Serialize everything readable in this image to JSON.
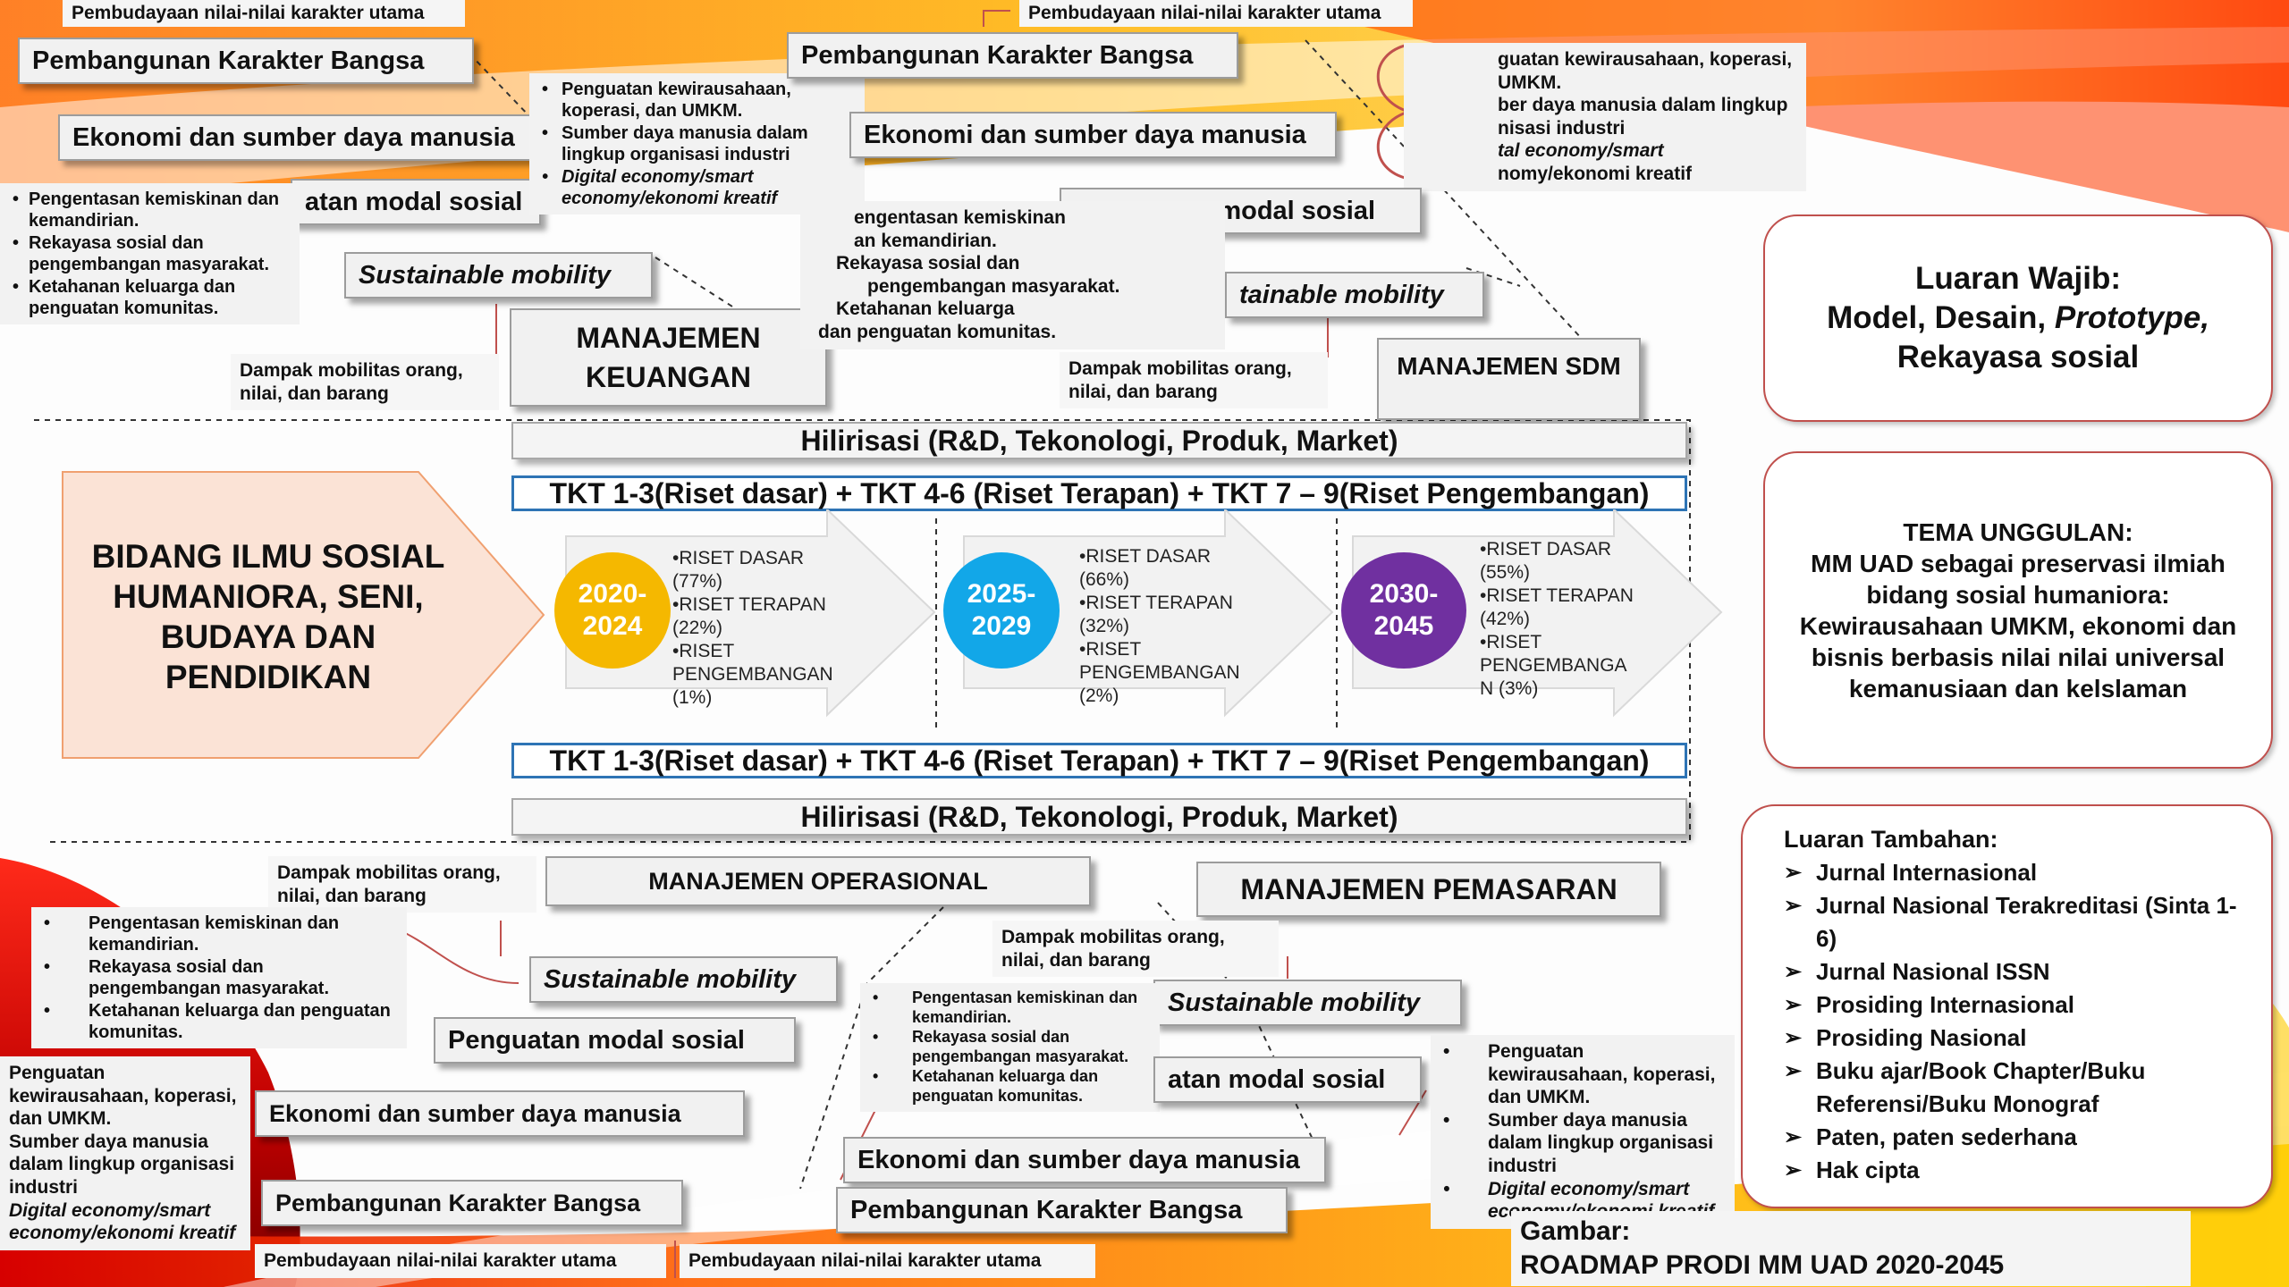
{
  "colors": {
    "accent_red": "#c0504d",
    "tkt_border": "#2e74b5",
    "year_1": "#f5b800",
    "year_2": "#12a7e8",
    "year_3": "#7030a0"
  },
  "labels": {
    "pembudayaan": "Pembudayaan nilai-nilai karakter utama",
    "karakter": "Pembangunan Karakter Bangsa",
    "ekonomi": "Ekonomi dan sumber daya manusia",
    "modal": "Penguatan modal sosial",
    "mobility": "Sustainable mobility",
    "dampak": "Dampak mobilitas orang, nilai, dan barang"
  },
  "clipped": {
    "modal_tl": "atan modal sosial",
    "modal_tr": "modal sosial",
    "mobility_tr": "tainable mobility",
    "modal_br": "atan modal sosial"
  },
  "notes": {
    "pengentasan": [
      "Pengentasan kemiskinan dan  kemandirian.",
      "Rekayasa sosial dan pengembangan masyarakat.",
      "Ketahanan keluarga dan penguatan komunitas."
    ],
    "penguatan": [
      "Penguatan kewirausahaan, koperasi, dan UMKM.",
      "Sumber daya manusia dalam lingkup organisasi industri",
      "Digital economy/smart economy/ekonomi kreatif"
    ],
    "tr_clipped": [
      "guatan kewirausahaan, koperasi,",
      "UMKM.",
      "ber daya manusia dalam lingkup",
      "nisasi industri",
      "tal economy/smart",
      "nomy/ekonomi kreatif"
    ],
    "ml_clipped": [
      "engentasan kemiskinan",
      "an  kemandirian.",
      "Rekayasa sosial dan",
      "pengembangan masyarakat.",
      "Ketahanan keluarga",
      "dan penguatan komunitas."
    ]
  },
  "management": {
    "keuangan": "MANAJEMEN KEUANGAN",
    "sdm": "MANAJEMEN SDM",
    "operasional": "MANAJEMEN OPERASIONAL",
    "pemasaran": "MANAJEMEN PEMASARAN"
  },
  "center": {
    "hilirisasi": "Hilirisasi (R&D, Tekonologi, Produk, Market)",
    "tkt": "TKT 1-3(Riset dasar) + TKT  4-6 (Riset Terapan)   + TKT 7 – 9(Riset Pengembangan)",
    "bidang": "BIDANG ILMU SOSIAL HUMANIORA, SENI, BUDAYA DAN PENDIDIKAN",
    "phases": [
      {
        "years": "2020-2024",
        "items": [
          "•RISET DASAR  (77%)",
          "•RISET TERAPAN (22%)",
          "•RISET PENGEMBANGAN (1%)"
        ]
      },
      {
        "years": "2025-2029",
        "items": [
          "•RISET DASAR  (66%)",
          "•RISET TERAPAN (32%)",
          "•RISET PENGEMBANGAN (2%)"
        ]
      },
      {
        "years": "2030-2045",
        "items": [
          "•RISET DASAR (55%)",
          "•RISET TERAPAN (42%)",
          "•RISET PENGEMBANGA N (3%)"
        ]
      }
    ]
  },
  "right": {
    "luaran_wajib_title": "Luaran Wajib:",
    "luaran_wajib_body_a": "Model, Desain,",
    "luaran_wajib_body_b": "Prototype,",
    "luaran_wajib_body_c": "Rekayasa sosial",
    "tema_title": "TEMA UNGGULAN:",
    "tema_body": "MM UAD sebagai preservasi ilmiah bidang sosial humaniora: Kewirausahaan UMKM, ekonomi dan bisnis berbasis nilai nilai universal kemanusiaan dan kelslaman",
    "tambahan_title": "Luaran Tambahan:",
    "tambahan_items": [
      "Jurnal Internasional",
      "Jurnal Nasional Terakreditasi (Sinta 1-6)",
      "Jurnal Nasional ISSN",
      "Prosiding Internasional",
      "Prosiding Nasional",
      "Buku ajar/Book Chapter/Buku Referensi/Buku Monograf",
      "Paten, paten sederhana",
      "Hak cipta"
    ]
  },
  "caption": {
    "line1": "Gambar:",
    "line2": "ROADMAP PRODI MM UAD 2020-2045"
  }
}
